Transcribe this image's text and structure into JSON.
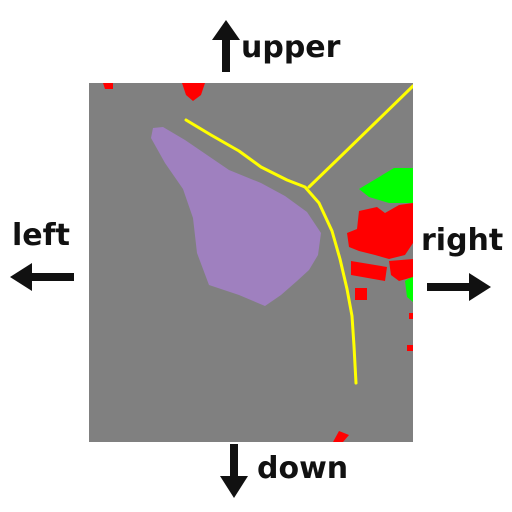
{
  "labels": {
    "upper": "upper",
    "left": "left",
    "right": "right",
    "down": "down"
  },
  "colors": {
    "background": "#808080",
    "road": "#FFFF00",
    "building": "#FF0000",
    "vegetation": "#00FF00",
    "water_body": "#9F80BF",
    "arrow": "#111111"
  }
}
